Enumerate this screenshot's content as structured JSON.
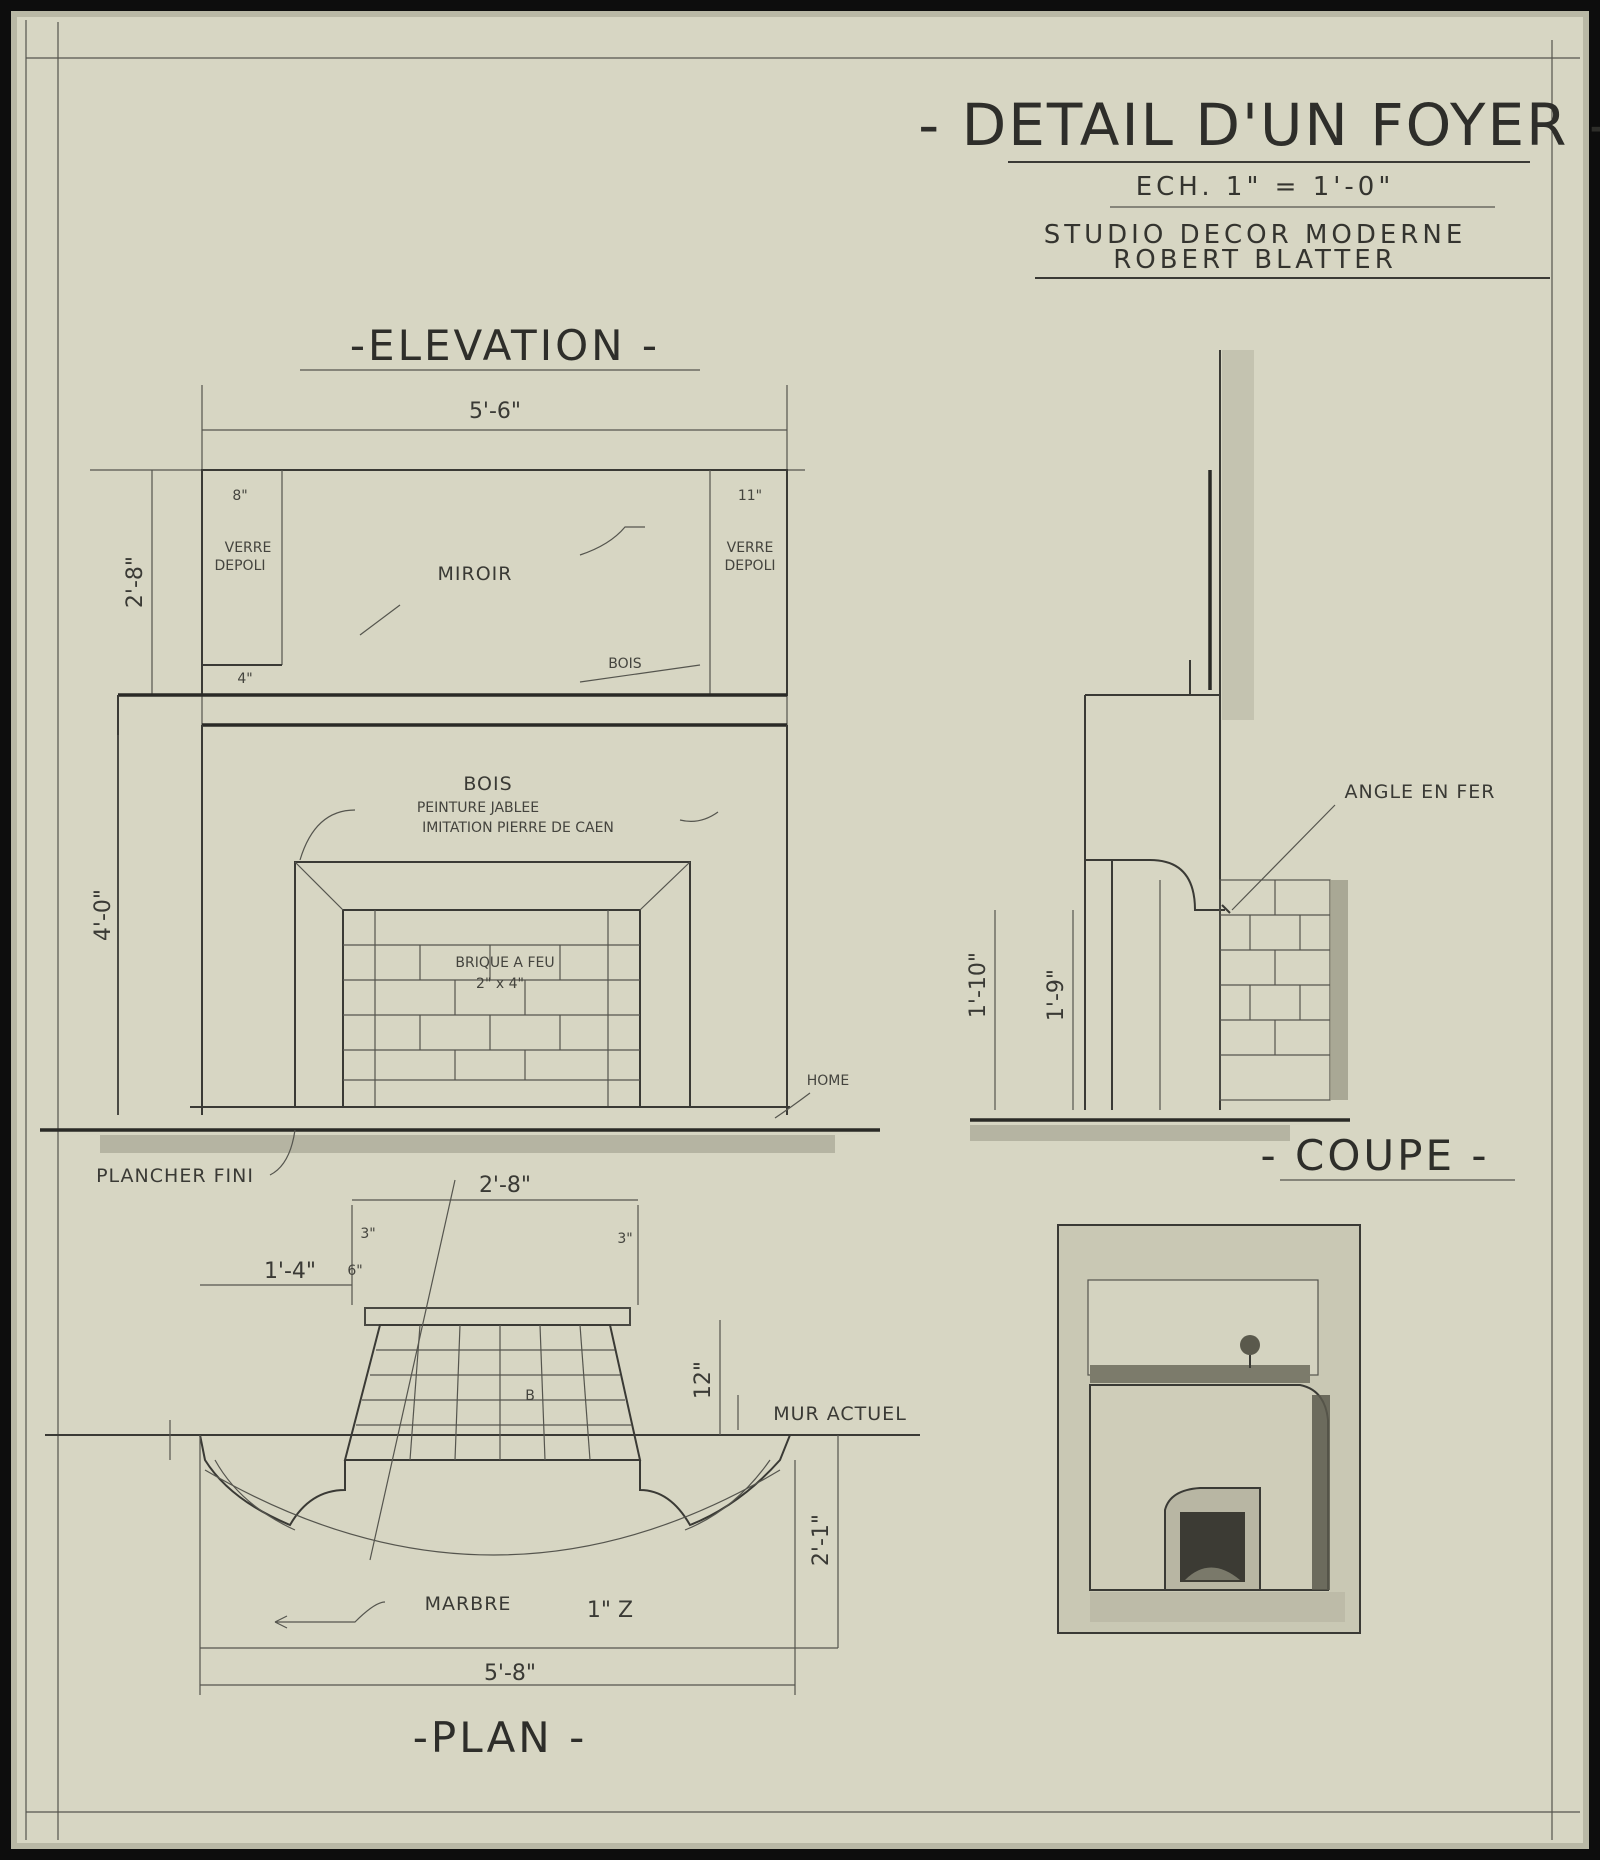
{
  "sheet": {
    "title": "- DETAIL D'UN FOYER -",
    "scale": "ECH. 1\" = 1'-0\"",
    "studio_line1": "STUDIO DECOR MODERNE",
    "studio_line2": "ROBERT BLATTER"
  },
  "elevation": {
    "title": "-ELEVATION -",
    "dim_total_width": "5'-6\"",
    "dim_mirror_height": "2'-8\"",
    "dim_mantel_height": "4'-0\"",
    "dim_left_panel": "8\"",
    "dim_right_panel": "11\"",
    "dim_small": "4\"",
    "mirror_label": "MIROIR",
    "left_panel_label": [
      "VERRE",
      "DEPOLI"
    ],
    "right_panel_label": [
      "VERRE",
      "DEPOLI"
    ],
    "wood_label": "BOIS",
    "wood_note": "BOIS",
    "wood_paint_note": "PEINTURE JABLEE",
    "wood_imitation_note": "IMITATION PIERRE DE CAEN",
    "firebrick_label": "BRIQUE A FEU",
    "firebrick_size": "2\" x 4\"",
    "hearth_label": "HOME",
    "floor_label": "PLANCHER FINI"
  },
  "coupe": {
    "title": "- COUPE -",
    "angle_label": "ANGLE EN FER",
    "dim_height_outer": "1'-10\"",
    "dim_height_inner": "1'-9\""
  },
  "plan": {
    "title": "-PLAN -",
    "dim_depth": "2'-8\"",
    "dim_left_offset": "1'-4\"",
    "dim_3a": "3\"",
    "dim_3b": "3\"",
    "dim_6": "6\"",
    "dim_12": "12\"",
    "dim_total_width": "5'-8\"",
    "dim_2_1": "2'-1\"",
    "wall_label": "MUR ACTUEL",
    "marble_label": "MARBRE",
    "marble_note": "1\" Z",
    "center_mark": "B"
  }
}
